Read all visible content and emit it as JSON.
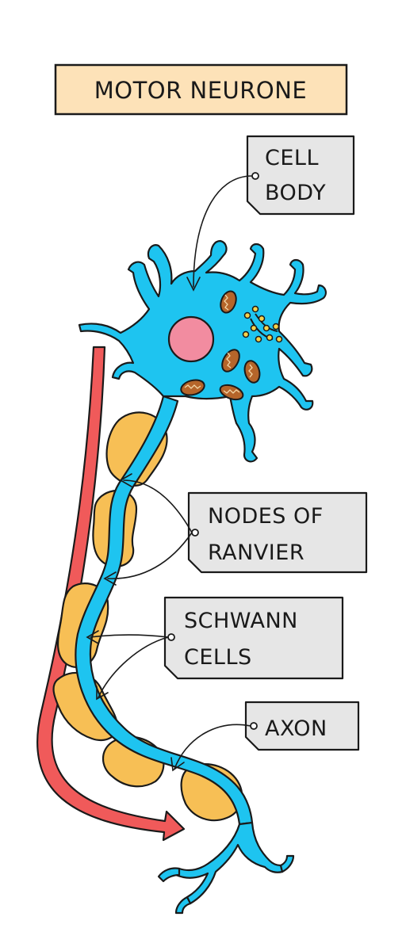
{
  "title": "MOTOR NEURONE",
  "labels": {
    "cell_body": [
      "CELL",
      "BODY"
    ],
    "nodes_of_ranvier": [
      "NODES OF",
      "RANVIER"
    ],
    "schwann_cells": [
      "SCHWANN",
      "CELLS"
    ],
    "axon": [
      "AXON"
    ]
  },
  "colors": {
    "neuron": "#1ec4f0",
    "nucleus": "#f28ca0",
    "mitochondria": "#b5652a",
    "schwann_cell": "#f7bf55",
    "arrow": "#f05a5a",
    "title_box": "#fde2b8",
    "label_tag": "#e6e6e6",
    "outline": "#1a1a1a"
  }
}
